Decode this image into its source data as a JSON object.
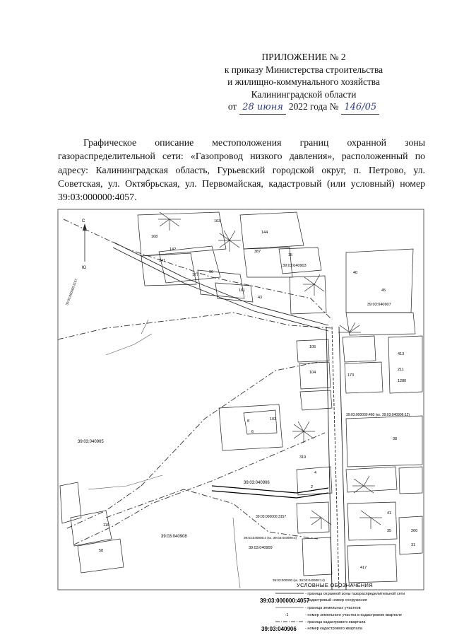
{
  "header": {
    "line1": "ПРИЛОЖЕНИЕ № 2",
    "line2": "к приказу Министерства строительства",
    "line3": "и жилищно-коммунального хозяйства",
    "line4": "Калининградской области",
    "date_prefix": "от",
    "date_handwritten": "28 июня",
    "year_text": "2022 года №",
    "number_handwritten": "146/05"
  },
  "description": "Графическое описание местоположения границ охранной зоны газораспределительной сети: «Газопровод низкого давления», расположенный по адресу: Калининградская область, Гурьевский городской округ, п. Петрово, ул. Советская, ул. Октябрьская, ул. Первомайская, кадастровый (или условный) номер 39:03:000000:4057.",
  "map": {
    "north_label": "С",
    "south_label": "Ю",
    "quarters": {
      "q040903": "39:03:040903",
      "q040907": "39:03:040907",
      "q040905": "39:03:040905",
      "q040906": "39:03:040906",
      "q040908": "39:03:040908",
      "q040909": "39:03:040909"
    },
    "cadastral_labels": {
      "c460": "39:03:000000:460 (кх. 39:03:040906:12)",
      "c3157": "39:03:000000:3157",
      "c040909": "39:03:040906:4 (кх. 39:03:040909:3)",
      "c141": "39:03:000000 (кх. 39:03:040908:14)",
      "c_left": "39:03:000000:3157"
    },
    "parcels": [
      "163",
      "144",
      "168",
      "142",
      "141",
      "177",
      "96",
      "161",
      "43",
      "387",
      "15",
      "40",
      "45",
      "105",
      "104",
      "173",
      "413",
      "211",
      "1280",
      "6",
      "8",
      "103",
      "319",
      "38",
      "2",
      "4",
      "35",
      "119",
      "41",
      "260",
      "31",
      "417",
      "58"
    ]
  },
  "legend": {
    "title": "УСЛОВНЫЕ ОБОЗНАЧЕНИЯ",
    "item1": "- граница охранной зоны газораспределительной сети",
    "code1": "39:03:000000:4057",
    "item2": "- кадастровый номер сооружения",
    "item3": "- граница земельных участков",
    "num4": ":1",
    "item4": "- номер земельного участка в кадастровом квартале",
    "item5": "- граница кадастрового квартала",
    "code6": "39:03:040906",
    "item6": "- номер кадастрового квартала"
  }
}
